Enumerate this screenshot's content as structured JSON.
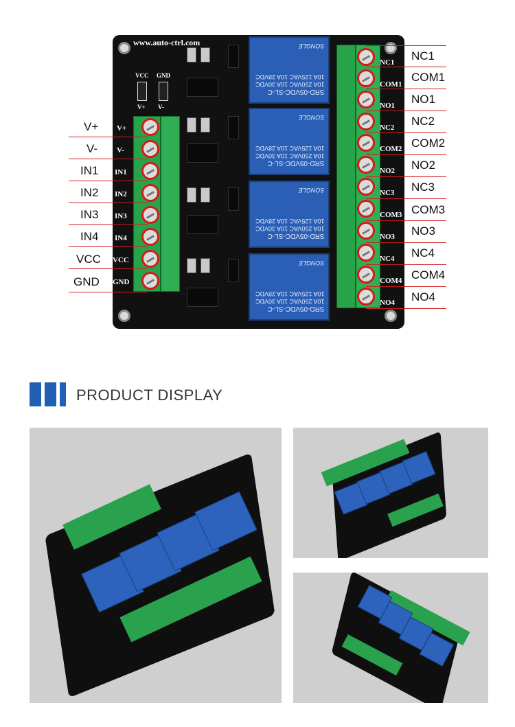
{
  "board": {
    "url": "www.auto-ctrl.com",
    "jumper_labels": [
      "VCC",
      "GND",
      "V+",
      "V-"
    ],
    "relay_text": {
      "line1": "SRD-05VDC-SL-C",
      "line2": "10A 250VAC  10A 30VDC",
      "line3": "10A 125VAC  10A 28VDC",
      "brand": "SONGLE"
    },
    "left_pins": [
      "V+",
      "V-",
      "IN1",
      "IN2",
      "IN3",
      "IN4",
      "VCC",
      "GND"
    ],
    "right_pins": [
      "NC1",
      "COM1",
      "NO1",
      "NC2",
      "COM2",
      "NO2",
      "NC3",
      "COM3",
      "NO3",
      "NC4",
      "COM4",
      "NO4"
    ]
  },
  "left_callouts": [
    "V+",
    "V-",
    "IN1",
    "IN2",
    "IN3",
    "IN4",
    "VCC",
    "GND"
  ],
  "right_callouts": [
    "NC1",
    "COM1",
    "NO1",
    "NC2",
    "COM2",
    "NO2",
    "NC3",
    "COM3",
    "NO3",
    "NC4",
    "COM4",
    "NO4"
  ],
  "section": {
    "title": "PRODUCT DISPLAY"
  },
  "colors": {
    "accent_blue": "#1f5fb4",
    "callout_red": "#d11c1c",
    "terminal_green": "#27a34a",
    "relay_blue": "#2a5fb5"
  }
}
